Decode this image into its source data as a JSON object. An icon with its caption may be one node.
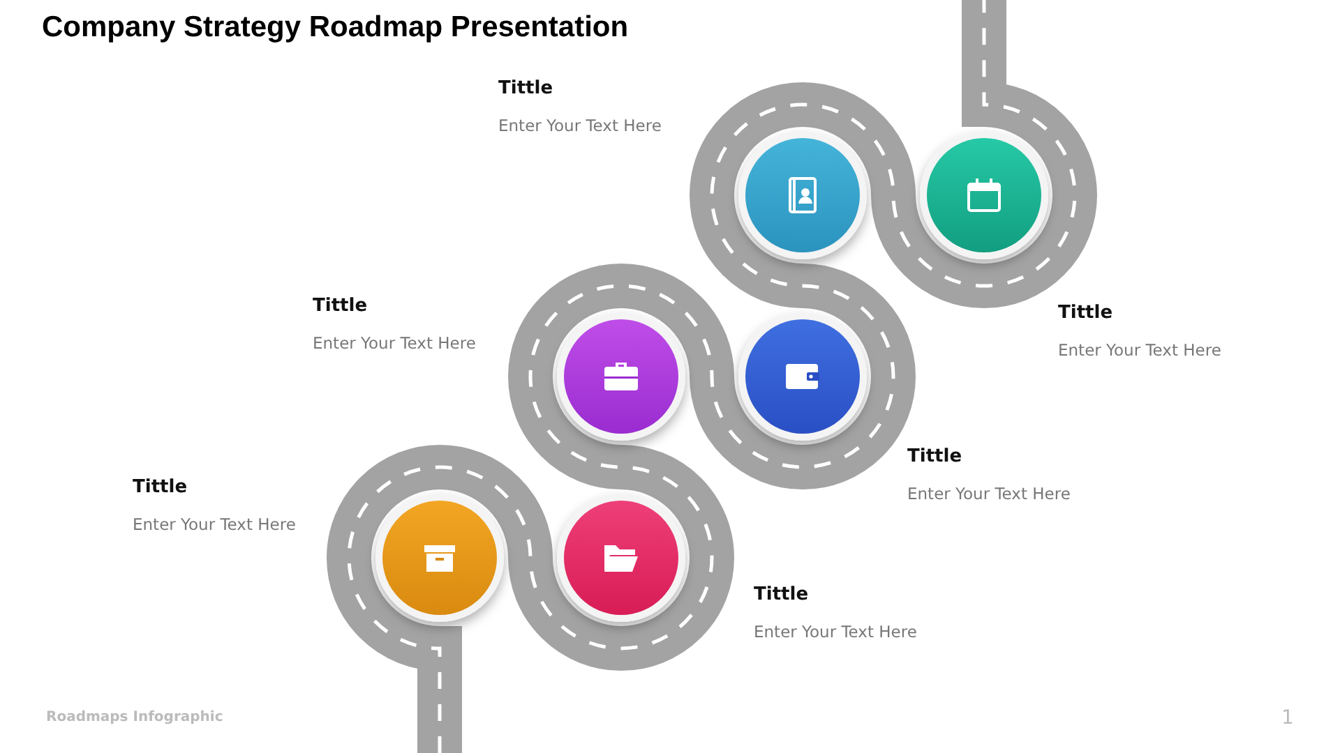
{
  "diagram": {
    "title": "Company Strategy Roadmap Presentation",
    "labels": [
      "Tittle",
      "Enter Your Text Here",
      "Tittle",
      "Enter Your Text Here",
      "Tittle",
      "Enter Your Text Here",
      "Tittle",
      "Enter Your Text Here",
      "Tittle",
      "Enter Your Text Here",
      "Tittle",
      "Enter Your Text Here",
      "Roadmaps Infographic",
      "1"
    ]
  }
}
